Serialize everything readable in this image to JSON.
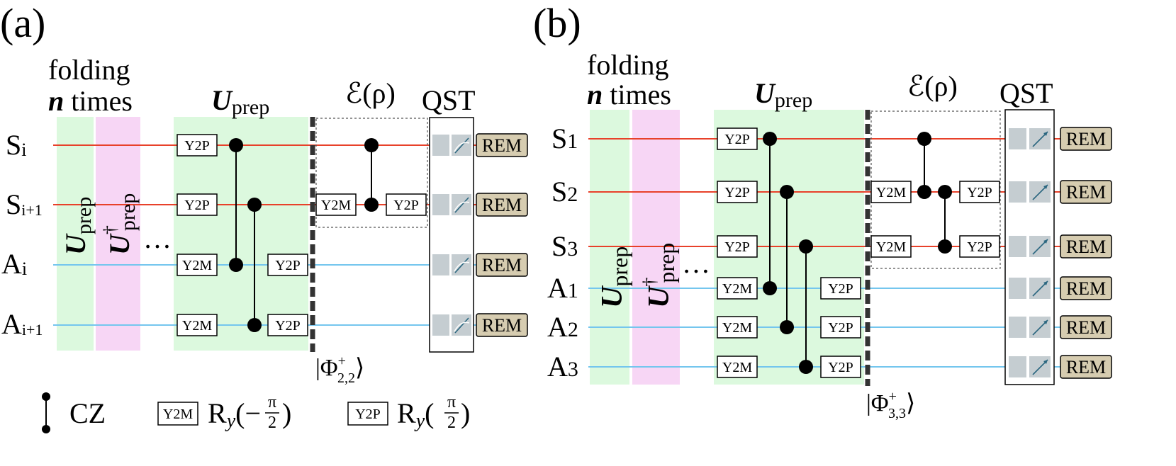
{
  "panel_a": {
    "label": "(a)",
    "folding_line1": "folding",
    "folding_line2_var": "n",
    "folding_line2_rest": " times",
    "uprep_base": "U",
    "uprep_sub": "prep",
    "channel_label": "ℰ(ρ)",
    "qst_label": "QST",
    "dots": "…",
    "vertical_uprep_base": "U",
    "vertical_uprep_sub": "prep",
    "vertical_udag_base": "U",
    "vertical_udag_sup": "†",
    "vertical_udag_sub": "prep",
    "state_label": "|Φ",
    "state_sup": "+",
    "state_sub": "2,2",
    "state_close": "⟩",
    "qubits": [
      {
        "base": "S",
        "sub": "i",
        "kind": "system"
      },
      {
        "base": "S",
        "sub": "i+1",
        "kind": "system"
      },
      {
        "base": "A",
        "sub": "i",
        "kind": "ancilla"
      },
      {
        "base": "A",
        "sub": "i+1",
        "kind": "ancilla"
      }
    ],
    "gates": {
      "y2p": "Y2P",
      "y2m": "Y2M",
      "rem": "REM"
    }
  },
  "panel_b": {
    "label": "(b)",
    "folding_line1": "folding",
    "folding_line2_var": "n",
    "folding_line2_rest": " times",
    "uprep_base": "U",
    "uprep_sub": "prep",
    "channel_label": "ℰ(ρ)",
    "qst_label": "QST",
    "dots": "…",
    "vertical_uprep_base": "U",
    "vertical_uprep_sub": "prep",
    "vertical_udag_base": "U",
    "vertical_udag_sup": "†",
    "vertical_udag_sub": "prep",
    "state_label": "|Φ",
    "state_sup": "+",
    "state_sub": "3,3",
    "state_close": "⟩",
    "qubits": [
      {
        "base": "S",
        "sub": "1",
        "kind": "system"
      },
      {
        "base": "S",
        "sub": "2",
        "kind": "system"
      },
      {
        "base": "S",
        "sub": "3",
        "kind": "system"
      },
      {
        "base": "A",
        "sub": "1",
        "kind": "ancilla"
      },
      {
        "base": "A",
        "sub": "2",
        "kind": "ancilla"
      },
      {
        "base": "A",
        "sub": "3",
        "kind": "ancilla"
      }
    ],
    "gates": {
      "y2p": "Y2P",
      "y2m": "Y2M",
      "rem": "REM"
    }
  },
  "legend": {
    "cz_label": "CZ",
    "y2m_box": "Y2M",
    "y2m_desc_r": "R",
    "y2m_desc_y": "y",
    "y2m_desc_arg": "(−",
    "y2m_frac_num": "π",
    "y2m_frac_den": "2",
    "y2m_desc_close": ")",
    "y2p_box": "Y2P",
    "y2p_desc_r": "R",
    "y2p_desc_y": "y",
    "y2p_desc_arg": "(",
    "y2p_frac_num": "π",
    "y2p_frac_den": "2",
    "y2p_desc_close": ")"
  },
  "colors": {
    "system_wire": "#e8412a",
    "ancilla_wire": "#74c6ee",
    "green_block": "#dcf9de",
    "pink_block": "#f7d6f5",
    "meas_box": "#c5cdd1",
    "rem_fill": "#d6ccb0",
    "meas_arrow": "#2b6780"
  }
}
